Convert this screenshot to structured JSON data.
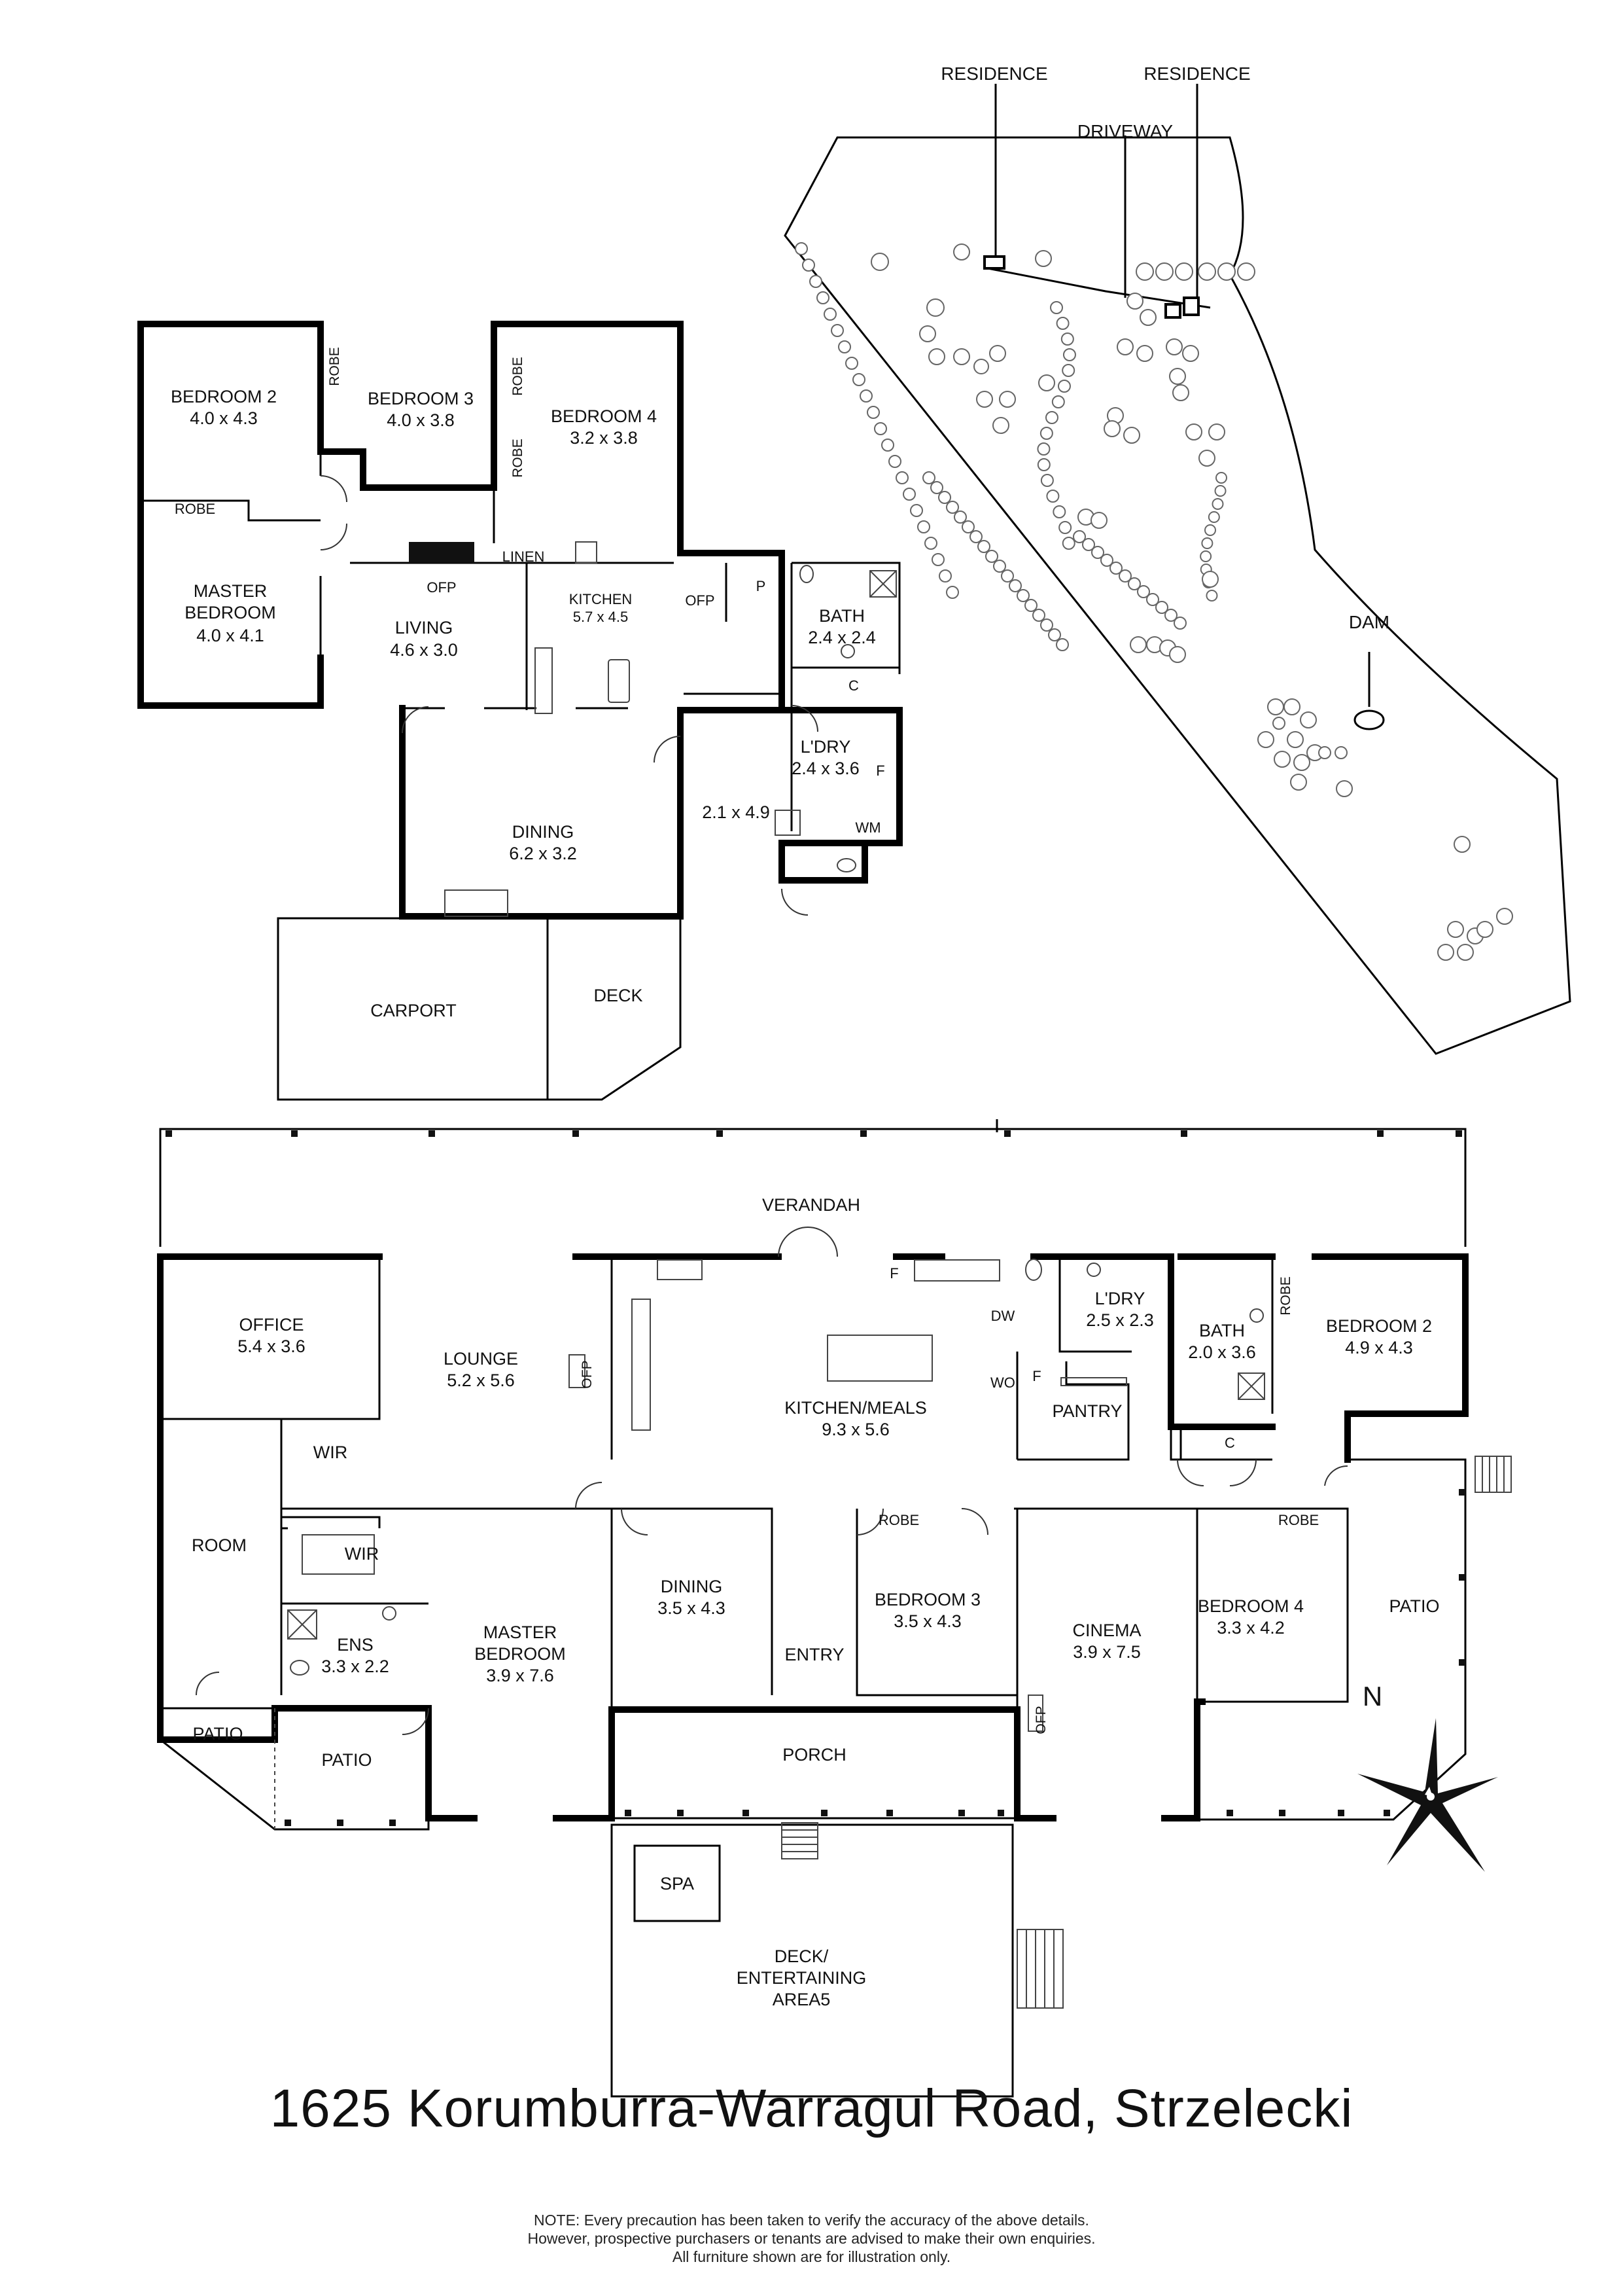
{
  "site": {
    "residence_a": "RESIDENCE",
    "residence_b": "RESIDENCE",
    "driveway": "DRIVEWAY",
    "dam": "DAM"
  },
  "upper_plan": {
    "bedroom2": {
      "name": "BEDROOM 2",
      "size": "4.0 x 4.3"
    },
    "bedroom3": {
      "name": "BEDROOM 3",
      "size": "4.0 x 3.8"
    },
    "bedroom4": {
      "name": "BEDROOM 4",
      "size": "3.2 x 3.8"
    },
    "master": {
      "name1": "MASTER",
      "name2": "BEDROOM",
      "size": "4.0 x 4.1"
    },
    "living": {
      "name": "LIVING",
      "size": "4.6 x 3.0"
    },
    "kitchen": {
      "name": "KITCHEN",
      "size": "5.7 x 4.5"
    },
    "bath": {
      "name": "BATH",
      "size": "2.4 x 2.4"
    },
    "laundry": {
      "name": "L'DRY",
      "size": "2.4 x 3.6"
    },
    "dining": {
      "name": "DINING",
      "size": "6.2 x 3.2"
    },
    "hall_size": "2.1 x 4.9",
    "carport": "CARPORT",
    "deck": "DECK",
    "robe_a": "ROBE",
    "robe_b": "ROBE",
    "robe_c": "ROBE",
    "robe_d": "ROBE",
    "linen": "LINEN",
    "ofp_a": "OFP",
    "ofp_b": "OFP",
    "p": "P",
    "c": "C",
    "f": "F",
    "wm": "WM"
  },
  "lower_plan": {
    "verandah": "VERANDAH",
    "office": {
      "name": "OFFICE",
      "size": "5.4 x 3.6"
    },
    "lounge": {
      "name": "LOUNGE",
      "size": "5.2 x 5.6"
    },
    "kitchen": {
      "name": "KITCHEN/MEALS",
      "size": "9.3 x 5.6"
    },
    "laundry": {
      "name": "L'DRY",
      "size": "2.5 x 2.3"
    },
    "bath": {
      "name": "BATH",
      "size": "2.0 x 3.6"
    },
    "bedroom2": {
      "name": "BEDROOM 2",
      "size": "4.9 x 4.3"
    },
    "pantry": "PANTRY",
    "room": "ROOM",
    "wir_a": "WIR",
    "wir_b": "WIR",
    "ens": {
      "name": "ENS",
      "size": "3.3 x 2.2"
    },
    "master": {
      "name1": "MASTER",
      "name2": "BEDROOM",
      "size": "3.9 x 7.6"
    },
    "dining": {
      "name": "DINING",
      "size": "3.5 x 4.3"
    },
    "entry": "ENTRY",
    "bedroom3": {
      "name": "BEDROOM 3",
      "size": "3.5 x 4.3"
    },
    "cinema": {
      "name": "CINEMA",
      "size": "3.9 x 7.5"
    },
    "bedroom4": {
      "name": "BEDROOM 4",
      "size": "3.3 x 4.2"
    },
    "patio_a": "PATIO",
    "patio_b": "PATIO",
    "patio_c": "PATIO",
    "porch": "PORCH",
    "spa": "SPA",
    "deck1": "DECK/",
    "deck2": "ENTERTAINING",
    "deck3": "AREA5",
    "robe_a": "ROBE",
    "robe_b": "ROBE",
    "robe_c": "ROBE",
    "ofp_a": "OFP",
    "ofp_b": "OFP",
    "f_a": "F",
    "f_b": "F",
    "dw": "DW",
    "wo": "WO",
    "c": "C"
  },
  "compass": "N",
  "address": "1625 Korumburra-Warragul Road, Strzelecki",
  "note": [
    "NOTE: Every precaution has been taken to verify the accuracy of the above details.",
    "However, prospective purchasers or tenants are advised to make their own enquiries.",
    "All furniture shown are for illustration only."
  ]
}
